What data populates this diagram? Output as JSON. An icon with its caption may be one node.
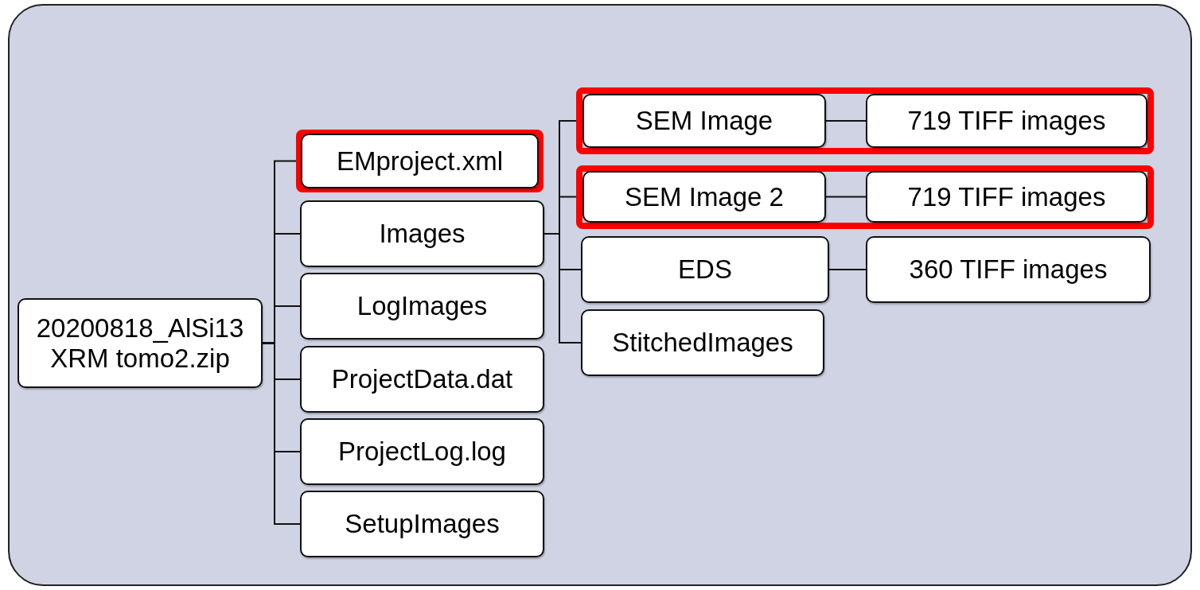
{
  "diagram": {
    "nodes": [
      {
        "text": [
          "20200818_AlSi13 XRM tomo2.zip"
        ]
      },
      {
        "text": [],
        "shape": "box"
      },
      {
        "text": [
          "EMproject.xml"
        ],
        "in": 1
      },
      {
        "text": [
          "Images"
        ]
      },
      {
        "text": [
          "LogImages"
        ]
      },
      {
        "text": [
          "ProjectData.dat"
        ]
      },
      {
        "text": [
          "ProjectLog.log"
        ]
      },
      {
        "text": [
          "SetupImages"
        ]
      },
      {
        "text": [],
        "shape": "box"
      },
      {
        "text": [
          "SEM Image"
        ],
        "in": 8
      },
      {
        "text": [
          "719 TIFF images"
        ],
        "in": 8
      },
      {
        "text": [],
        "shape": "box"
      },
      {
        "text": [
          "SEM Image 2"
        ],
        "in": 11
      },
      {
        "text": [
          "719 TIFF images"
        ],
        "in": 11
      },
      {
        "text": [
          "EDS"
        ]
      },
      {
        "text": [
          "360 TIFF images"
        ]
      },
      {
        "text": [
          "StitchedImages"
        ]
      }
    ],
    "edges": [
      {
        "from": 0,
        "to": 2,
        "arrow": "none"
      },
      {
        "from": 0,
        "to": 3,
        "arrow": "none"
      },
      {
        "from": 0,
        "to": 4,
        "arrow": "none"
      },
      {
        "from": 0,
        "to": 5,
        "arrow": "none"
      },
      {
        "from": 0,
        "to": 6,
        "arrow": "none"
      },
      {
        "from": 0,
        "to": 7,
        "arrow": "none"
      },
      {
        "from": 3,
        "to": 9,
        "arrow": "none"
      },
      {
        "from": 3,
        "to": 12,
        "arrow": "none"
      },
      {
        "from": 3,
        "to": 14,
        "arrow": "none"
      },
      {
        "from": 3,
        "to": 16,
        "arrow": "none"
      },
      {
        "from": 9,
        "to": 10,
        "arrow": "none"
      },
      {
        "from": 12,
        "to": 13,
        "arrow": "none"
      },
      {
        "from": 14,
        "to": 15,
        "arrow": "none"
      }
    ]
  }
}
